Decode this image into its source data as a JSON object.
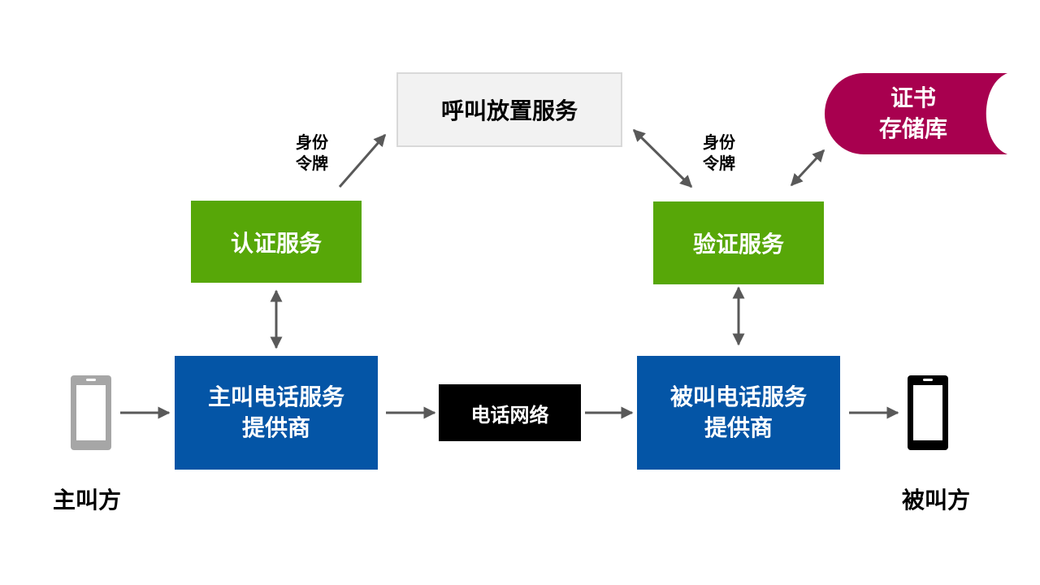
{
  "nodes": {
    "call_placement": "呼叫放置服务",
    "auth_service": "认证服务",
    "verify_service": "验证服务",
    "caller_provider_line1": "主叫电话服务",
    "caller_provider_line2": "提供商",
    "phone_network": "电话网络",
    "callee_provider_line1": "被叫电话服务",
    "callee_provider_line2": "提供商",
    "cert_store_line1": "证书",
    "cert_store_line2": "存储库"
  },
  "labels": {
    "token_left_line1": "身份",
    "token_left_line2": "令牌",
    "token_right_line1": "身份",
    "token_right_line2": "令牌",
    "caller": "主叫方",
    "callee": "被叫方"
  },
  "icons": {
    "caller_phone": "smartphone-icon",
    "callee_phone": "smartphone-icon"
  },
  "colors": {
    "green": "#57a708",
    "blue": "#0455a6",
    "magenta": "#a8004f",
    "gray_box": "#f2f2f2",
    "arrow": "#595959"
  }
}
